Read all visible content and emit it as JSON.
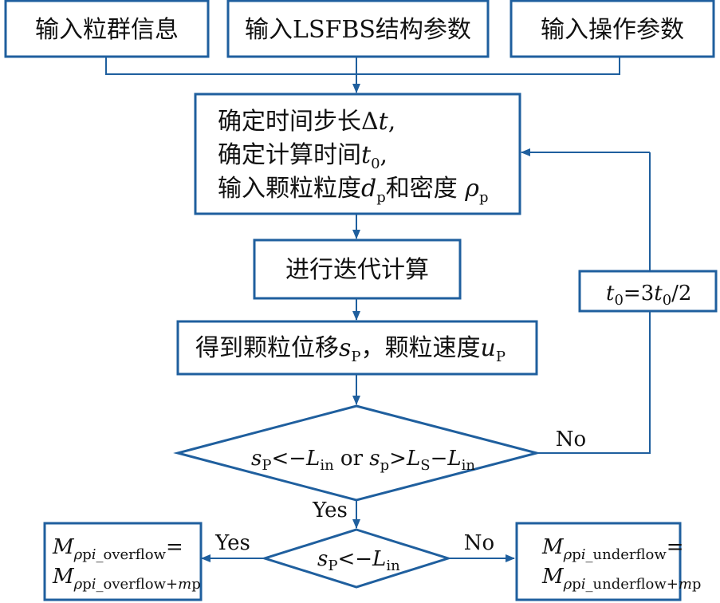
{
  "inputs": {
    "particle_info": "输入粒群信息",
    "lsfbs_params": "输入LSFBS结构参数",
    "operation_params": "输入操作参数"
  },
  "setup": {
    "line1_prefix": "确定时间步长Δ",
    "line1_var": "t",
    "line1_suffix": ",",
    "line2_prefix": "确定计算时间",
    "line2_var": "t",
    "line2_sub": "0",
    "line2_suffix": ",",
    "line3_prefix": "输入颗粒粒度",
    "line3_var_d": "d",
    "line3_sub_d": "p",
    "line3_mid": "和密度 ",
    "line3_var_rho": "ρ",
    "line3_sub_rho": "p"
  },
  "iterate": "进行迭代计算",
  "result": {
    "prefix": "得到颗粒位移",
    "var_s": "s",
    "sub_s": "P",
    "mid": "，颗粒速度",
    "var_u": "u",
    "sub_u": "P"
  },
  "decision1": {
    "s": "s",
    "s_sub": "P",
    "lt_neg": "<−",
    "L": "L",
    "L_sub": "in",
    "or": " or ",
    "s2": "s",
    "s2_sub": "p",
    "gt": ">",
    "LS": "L",
    "LS_sub": "S",
    "minus": "−",
    "L2": "L",
    "L2_sub": "in"
  },
  "decision2": {
    "s": "s",
    "s_sub": "P",
    "lt_neg": "<−",
    "L": "L",
    "L_sub": "in"
  },
  "update": {
    "t": "t",
    "t_sub": "0",
    "eq": "=3",
    "t2": "t",
    "t2_sub": "0",
    "tail": "/2"
  },
  "labels": {
    "no_top": "No",
    "yes_down": "Yes",
    "yes_left": "Yes",
    "no_right": "No"
  },
  "overflow": {
    "M": "M",
    "sub_rho": "ρ",
    "sub_p": "p",
    "sub_i": "i",
    "sub_tag": "_overflow",
    "eq": "=",
    "sub_tag2": "_overflow+",
    "sub_m": "m",
    "sub_end": "p"
  },
  "underflow": {
    "M": "M",
    "sub_rho": "ρ",
    "sub_p": "p",
    "sub_i": "i",
    "sub_tag": "_underflow",
    "eq": "=",
    "sub_tag2": "_underflow+",
    "sub_m": "m",
    "sub_end": "p"
  },
  "colors": {
    "stroke": "#1f5f9e",
    "text": "#111111"
  }
}
